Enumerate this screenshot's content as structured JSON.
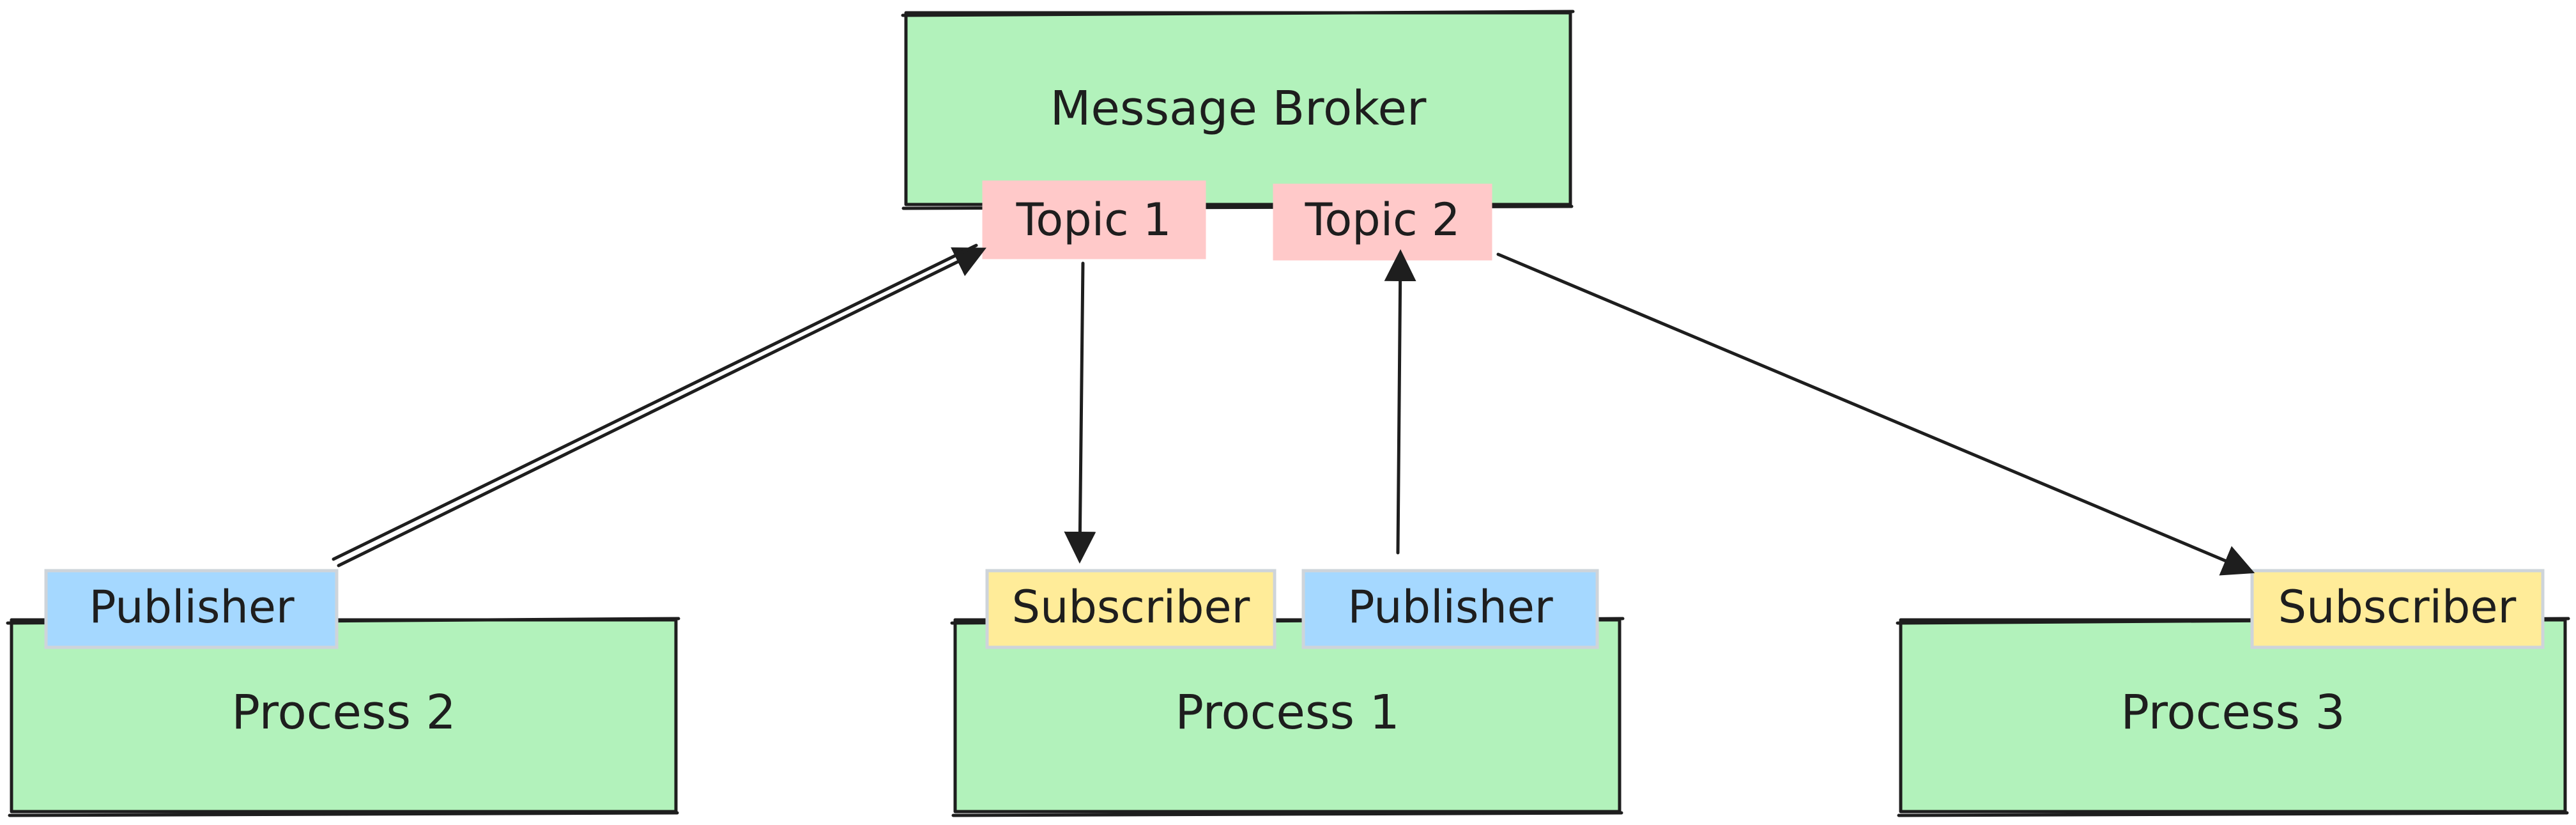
{
  "colors": {
    "box_fill": "#b2f2bb",
    "topic_fill": "#ffc9c9",
    "publisher_fill": "#a5d8ff",
    "subscriber_fill": "#ffec99",
    "stroke": "#1e1e1e",
    "tag_stroke": "#ced4da"
  },
  "broker": {
    "label": "Message Broker"
  },
  "topics": {
    "topic1": "Topic 1",
    "topic2": "Topic 2"
  },
  "processes": {
    "process1": "Process 1",
    "process2": "Process 2",
    "process3": "Process 3"
  },
  "roles": {
    "publisher_p2": "Publisher",
    "subscriber_p1": "Subscriber",
    "publisher_p1": "Publisher",
    "subscriber_p3": "Subscriber"
  }
}
